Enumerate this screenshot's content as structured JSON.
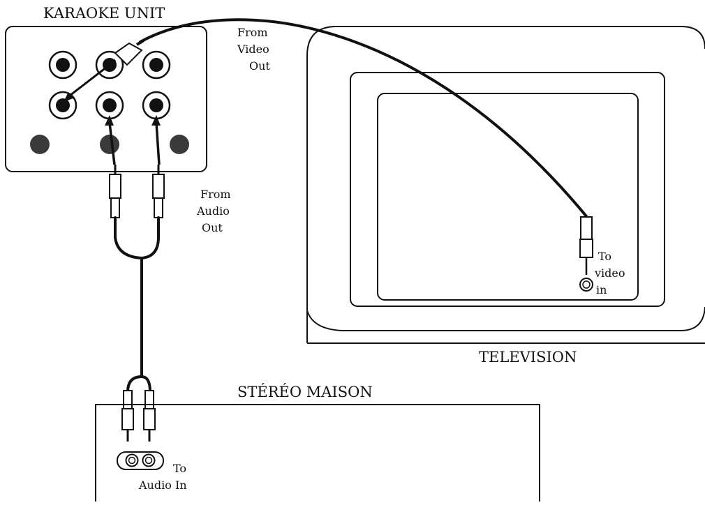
{
  "devices": {
    "karaoke": {
      "title": "KARAOKE UNIT"
    },
    "tv": {
      "title": "TELEVISION"
    },
    "stereo": {
      "title": "STÉRÉO MAISON"
    }
  },
  "labels": {
    "video_out": [
      "From",
      "Video",
      "Out"
    ],
    "audio_out": [
      "From",
      "Audio",
      "Out"
    ],
    "video_in": [
      "To",
      "video",
      "in"
    ],
    "audio_in": [
      "To",
      "Audio In"
    ]
  },
  "colors": {
    "line": "#111111",
    "background": "#ffffff",
    "indicator": "#3a3a3a"
  }
}
